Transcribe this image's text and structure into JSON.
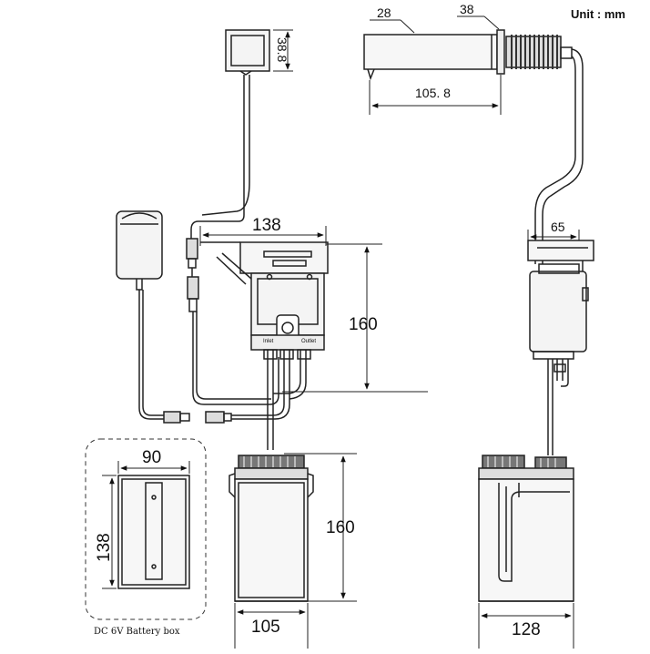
{
  "unit_label": "Unit : mm",
  "dimensions": {
    "sensor_box_height": "38.8",
    "spout_tip_diameter": "28",
    "spout_base_diameter": "38",
    "spout_length": "105. 8",
    "control_box_width": "138",
    "control_box_height": "160",
    "control_box_side_width": "65",
    "tank_height": "160",
    "tank_front_width": "105",
    "tank_side_width": "128",
    "battery_box_width": "90",
    "battery_box_height": "138"
  },
  "labels": {
    "battery_caption": "DC 6V Battery box",
    "inlet": "Inlet",
    "outlet": "Outlet"
  }
}
